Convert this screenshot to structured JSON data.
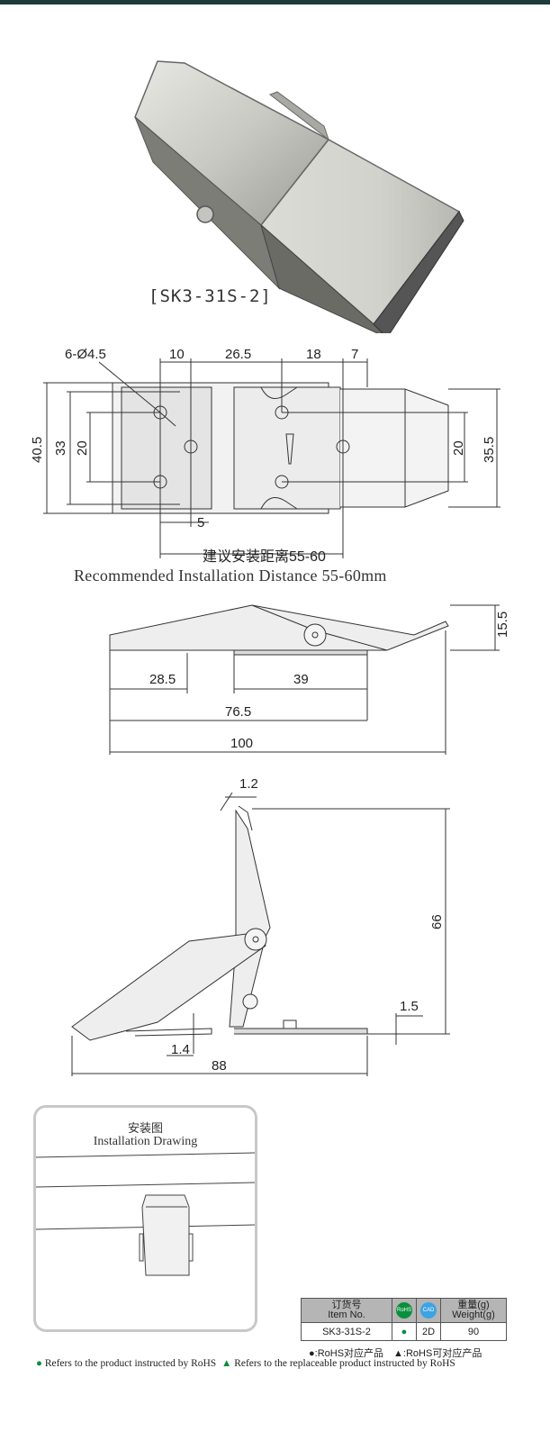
{
  "product_caption": "[SK3-31S-2]",
  "top_view": {
    "holes": "6-Ø4.5",
    "d10": "10",
    "d26_5": "26.5",
    "d18": "18",
    "d7": "7",
    "d40_5": "40.5",
    "d33": "33",
    "d20_left": "20",
    "d20_right": "20",
    "d35_5": "35.5",
    "d5": "5",
    "install_zh": "建议安装距离55-60",
    "install_en": "Recommended Installation Distance 55-60mm"
  },
  "side_view": {
    "d15_5": "15.5",
    "d28_5": "28.5",
    "d39": "39",
    "d76_5": "76.5",
    "d100": "100"
  },
  "open_view": {
    "d1_2": "1.2",
    "d66": "66",
    "d1_5": "1.5",
    "d1_4": "1.4",
    "d88": "88"
  },
  "installation": {
    "title_zh": "安装图",
    "title_en": "Installation Drawing"
  },
  "spec_table": {
    "col_item_zh": "订货号",
    "col_item_en": "Item No.",
    "col_rohs_icon": "RoHS",
    "col_cad_icon": "CAD",
    "col_weight_zh": "重量(g)",
    "col_weight_en": "Weight(g)",
    "row_item": "SK3-31S-2",
    "row_rohs": "●",
    "row_cad": "2D",
    "row_weight": "90"
  },
  "legend_zh": "●:RoHS对应产品　▲:RoHS可对应产品",
  "footer_rohs": "Refers to the product instructed by RoHS",
  "footer_replace": "Refers to the replaceable product instructed by RoHS",
  "colors": {
    "topbar": "#1d3b3a",
    "rohs_green": "#0a8f3c",
    "table_head": "#b5b5b5"
  }
}
